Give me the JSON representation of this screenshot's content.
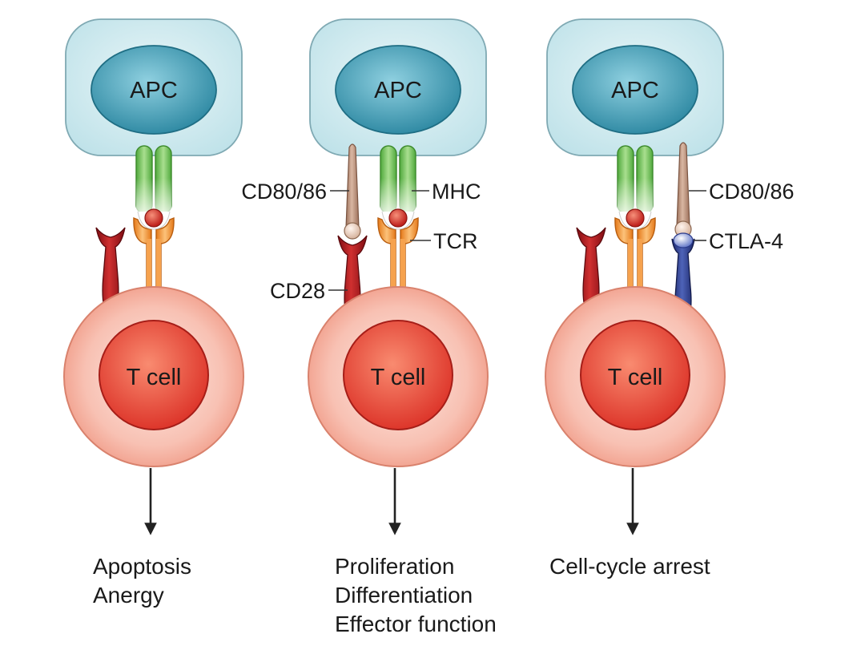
{
  "panels": [
    {
      "apc_label": "APC",
      "tcell_label": "T cell",
      "outcomes": [
        "Apoptosis",
        "Anergy"
      ]
    },
    {
      "apc_label": "APC",
      "tcell_label": "T cell",
      "outcomes": [
        "Proliferation",
        "Differentiation",
        "Effector function"
      ],
      "labels": {
        "cd80": "CD80/86",
        "mhc": "MHC",
        "tcr": "TCR",
        "cd28": "CD28"
      }
    },
    {
      "apc_label": "APC",
      "tcell_label": "T cell",
      "outcomes": [
        "Cell-cycle arrest"
      ],
      "labels": {
        "cd80": "CD80/86",
        "ctla4": "CTLA-4"
      }
    }
  ],
  "colors": {
    "apc_fill": "#cfe9ee",
    "apc_nucleus": "#2f8fa8",
    "mhc_green": "#74c35a",
    "tcr_orange": "#f39a3a",
    "peptide_red": "#d8342a",
    "cd28_red": "#a8161c",
    "cd80_tan": "#b98a72",
    "ctla4_blue": "#2a3b8c",
    "tcell_outer": "#f7b6a8",
    "tcell_nucleus": "#e8453a"
  }
}
